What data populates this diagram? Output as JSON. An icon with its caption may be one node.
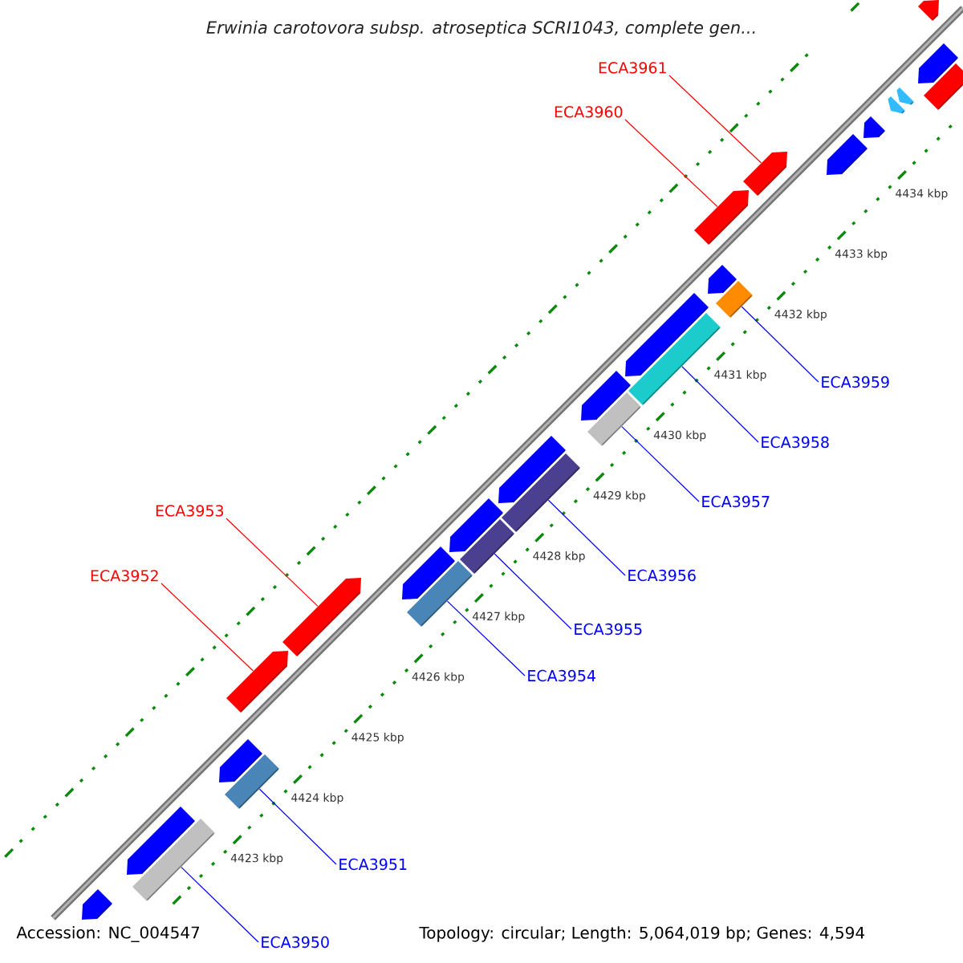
{
  "diagram": {
    "title": "Erwinia carotovora subsp. atroseptica SCRI1043, complete gen...",
    "nodes": [
      {
        "text": [
          "ECA3961"
        ]
      },
      {
        "text": [
          "ECA3960"
        ]
      },
      {
        "text": [
          "ECA3959"
        ]
      },
      {
        "text": [
          "ECA3958"
        ]
      },
      {
        "text": [
          "ECA3957"
        ]
      },
      {
        "text": [
          "ECA3953"
        ]
      },
      {
        "text": [
          "ECA3956"
        ]
      },
      {
        "text": [
          "ECA3952"
        ]
      },
      {
        "text": [
          "ECA3955"
        ]
      },
      {
        "text": [
          "ECA3954"
        ]
      },
      {
        "text": [
          "ECA3951"
        ]
      },
      {
        "text": [
          "ECA3950"
        ]
      },
      {
        "text": [],
        "shape": "pentagon"
      },
      {
        "text": [],
        "shape": "bar"
      },
      {
        "text": [],
        "shape": "pentagon"
      },
      {
        "text": [],
        "shape": "bar"
      },
      {
        "text": [],
        "shape": "pentagon"
      },
      {
        "text": [],
        "shape": "pentagon"
      },
      {
        "text": [],
        "shape": "pentagon"
      },
      {
        "text": [],
        "shape": "bar"
      },
      {
        "text": [],
        "shape": "pentagon"
      },
      {
        "text": [],
        "shape": "pentagon"
      },
      {
        "text": [],
        "shape": "bar"
      },
      {
        "text": [],
        "shape": "bar"
      },
      {
        "text": [],
        "shape": "pentagon"
      },
      {
        "text": [],
        "shape": "bar"
      },
      {
        "text": [],
        "shape": "pentagon"
      },
      {
        "text": [],
        "shape": "bar"
      },
      {
        "text": [],
        "shape": "pentagon"
      },
      {
        "text": [],
        "shape": "bar"
      },
      {
        "text": [],
        "shape": "pentagon"
      },
      {
        "text": [],
        "shape": "pentagon"
      },
      {
        "text": [],
        "shape": "pentagon"
      },
      {
        "text": [],
        "shape": "pentagon"
      },
      {
        "text": [],
        "shape": "pentagon"
      },
      {
        "text": [],
        "shape": "pentagon"
      },
      {
        "text": [],
        "shape": "pentagon"
      },
      {
        "text": [],
        "shape": "bar"
      },
      {
        "text": [],
        "shape": "pentagon"
      },
      {
        "text": [],
        "shape": "pentagon"
      }
    ],
    "edges": [
      {
        "from": 0,
        "to": 32,
        "arrow": "none",
        "color": "#ff0000"
      },
      {
        "from": 1,
        "to": 31,
        "arrow": "none",
        "color": "#ff0000"
      },
      {
        "from": 2,
        "to": 29,
        "arrow": "none"
      },
      {
        "from": 3,
        "to": 27,
        "arrow": "none"
      },
      {
        "from": 4,
        "to": 25,
        "arrow": "none"
      },
      {
        "from": 5,
        "to": 18,
        "arrow": "none",
        "color": "#ff0000"
      },
      {
        "from": 6,
        "to": 23,
        "arrow": "none"
      },
      {
        "from": 7,
        "to": 17,
        "arrow": "none",
        "color": "#ff0000"
      },
      {
        "from": 8,
        "to": 22,
        "arrow": "none"
      },
      {
        "from": 9,
        "to": 19,
        "arrow": "none"
      },
      {
        "from": 10,
        "to": 15,
        "arrow": "none"
      },
      {
        "from": 11,
        "to": 13,
        "arrow": "none"
      }
    ],
    "labels": [
      "4434 kbp",
      "4433 kbp",
      "4432 kbp",
      "4431 kbp",
      "4430 kbp",
      "4429 kbp",
      "4428 kbp",
      "4427 kbp",
      "4426 kbp",
      "4425 kbp",
      "4424 kbp",
      "4423 kbp",
      "Accession: NC_004547",
      "Topology: circular; Length: 5,064,019 bp; Genes: 4,594"
    ]
  }
}
